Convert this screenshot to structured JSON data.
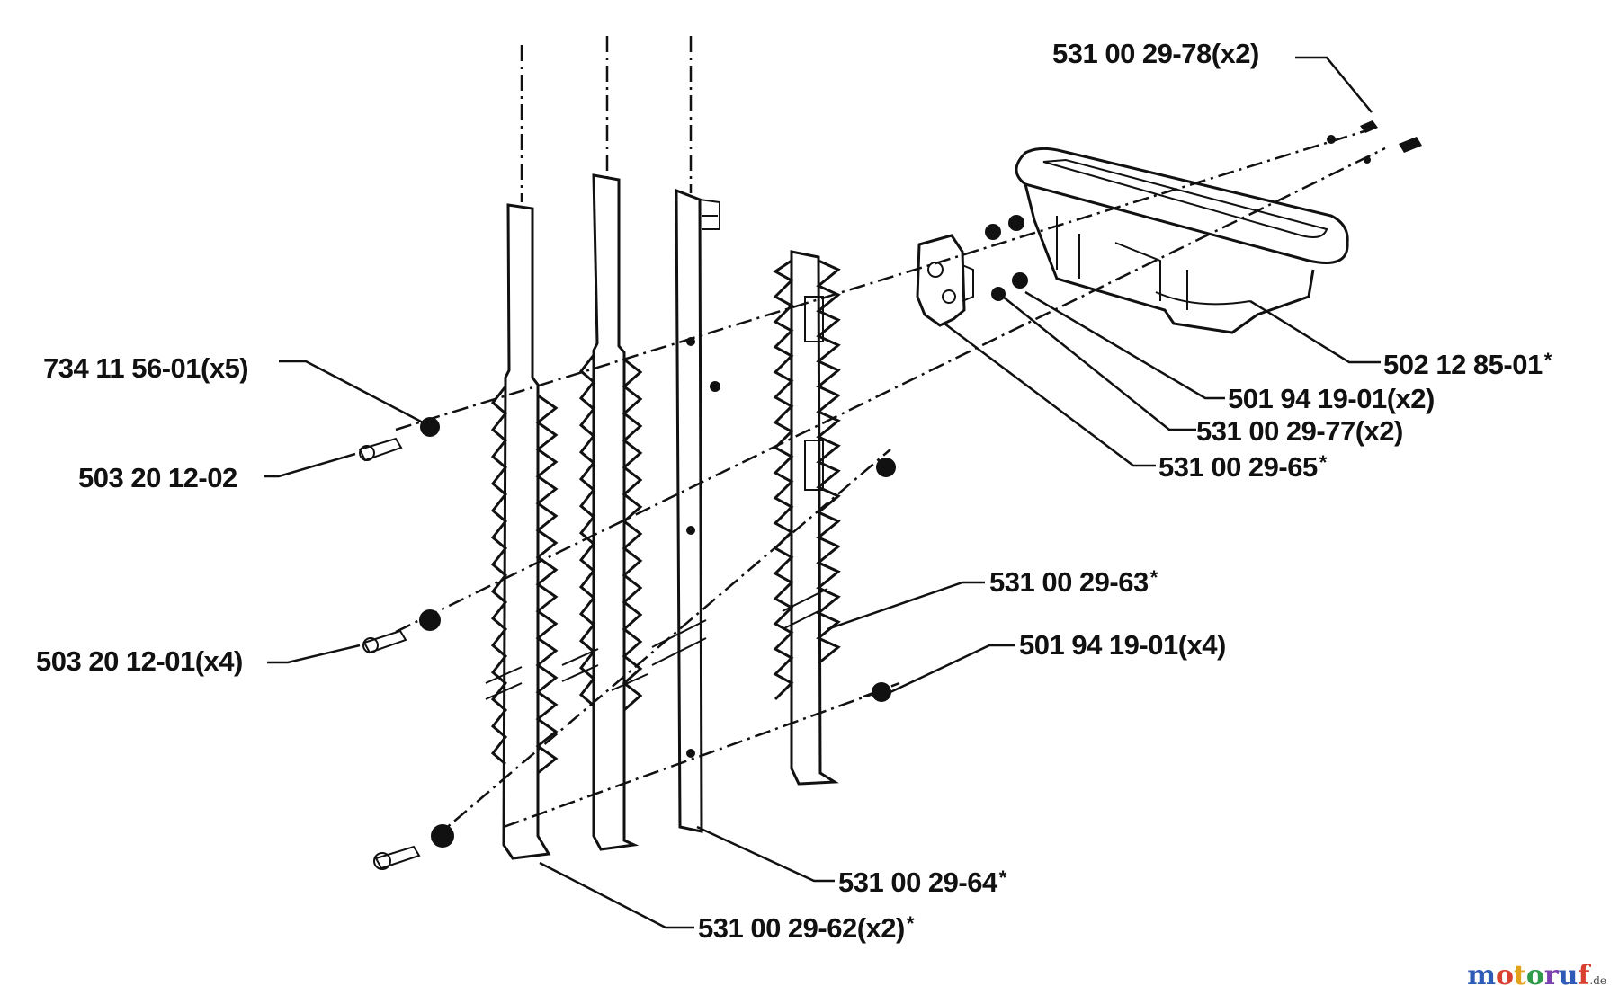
{
  "labels": {
    "p_531_00_29_78": "531 00 29-78(x2)",
    "p_734_11_56_01": "734 11 56-01(x5)",
    "p_503_20_12_02": "503 20 12-02",
    "p_503_20_12_01": "503 20 12-01(x4)",
    "p_502_12_85_01": "502 12 85-01",
    "p_501_94_19_01_x2": "501 94 19-01(x2)",
    "p_531_00_29_77": "531 00 29-77(x2)",
    "p_531_00_29_65": "531 00 29-65",
    "p_531_00_29_63": "531 00 29-63",
    "p_501_94_19_01_x4": "501 94 19-01(x4)",
    "p_531_00_29_64": "531 00 29-64",
    "p_531_00_29_62": "531 00 29-62(x2)"
  },
  "marker": "*",
  "logo": {
    "letters": [
      "m",
      "o",
      "t",
      "o",
      "r",
      "u",
      "f"
    ],
    "colors": [
      "#2f5bb7",
      "#d8412f",
      "#e3a21a",
      "#2f9a4a",
      "#7a3fb0",
      "#2f5bb7",
      "#d8412f"
    ],
    "suffix": ".de"
  }
}
